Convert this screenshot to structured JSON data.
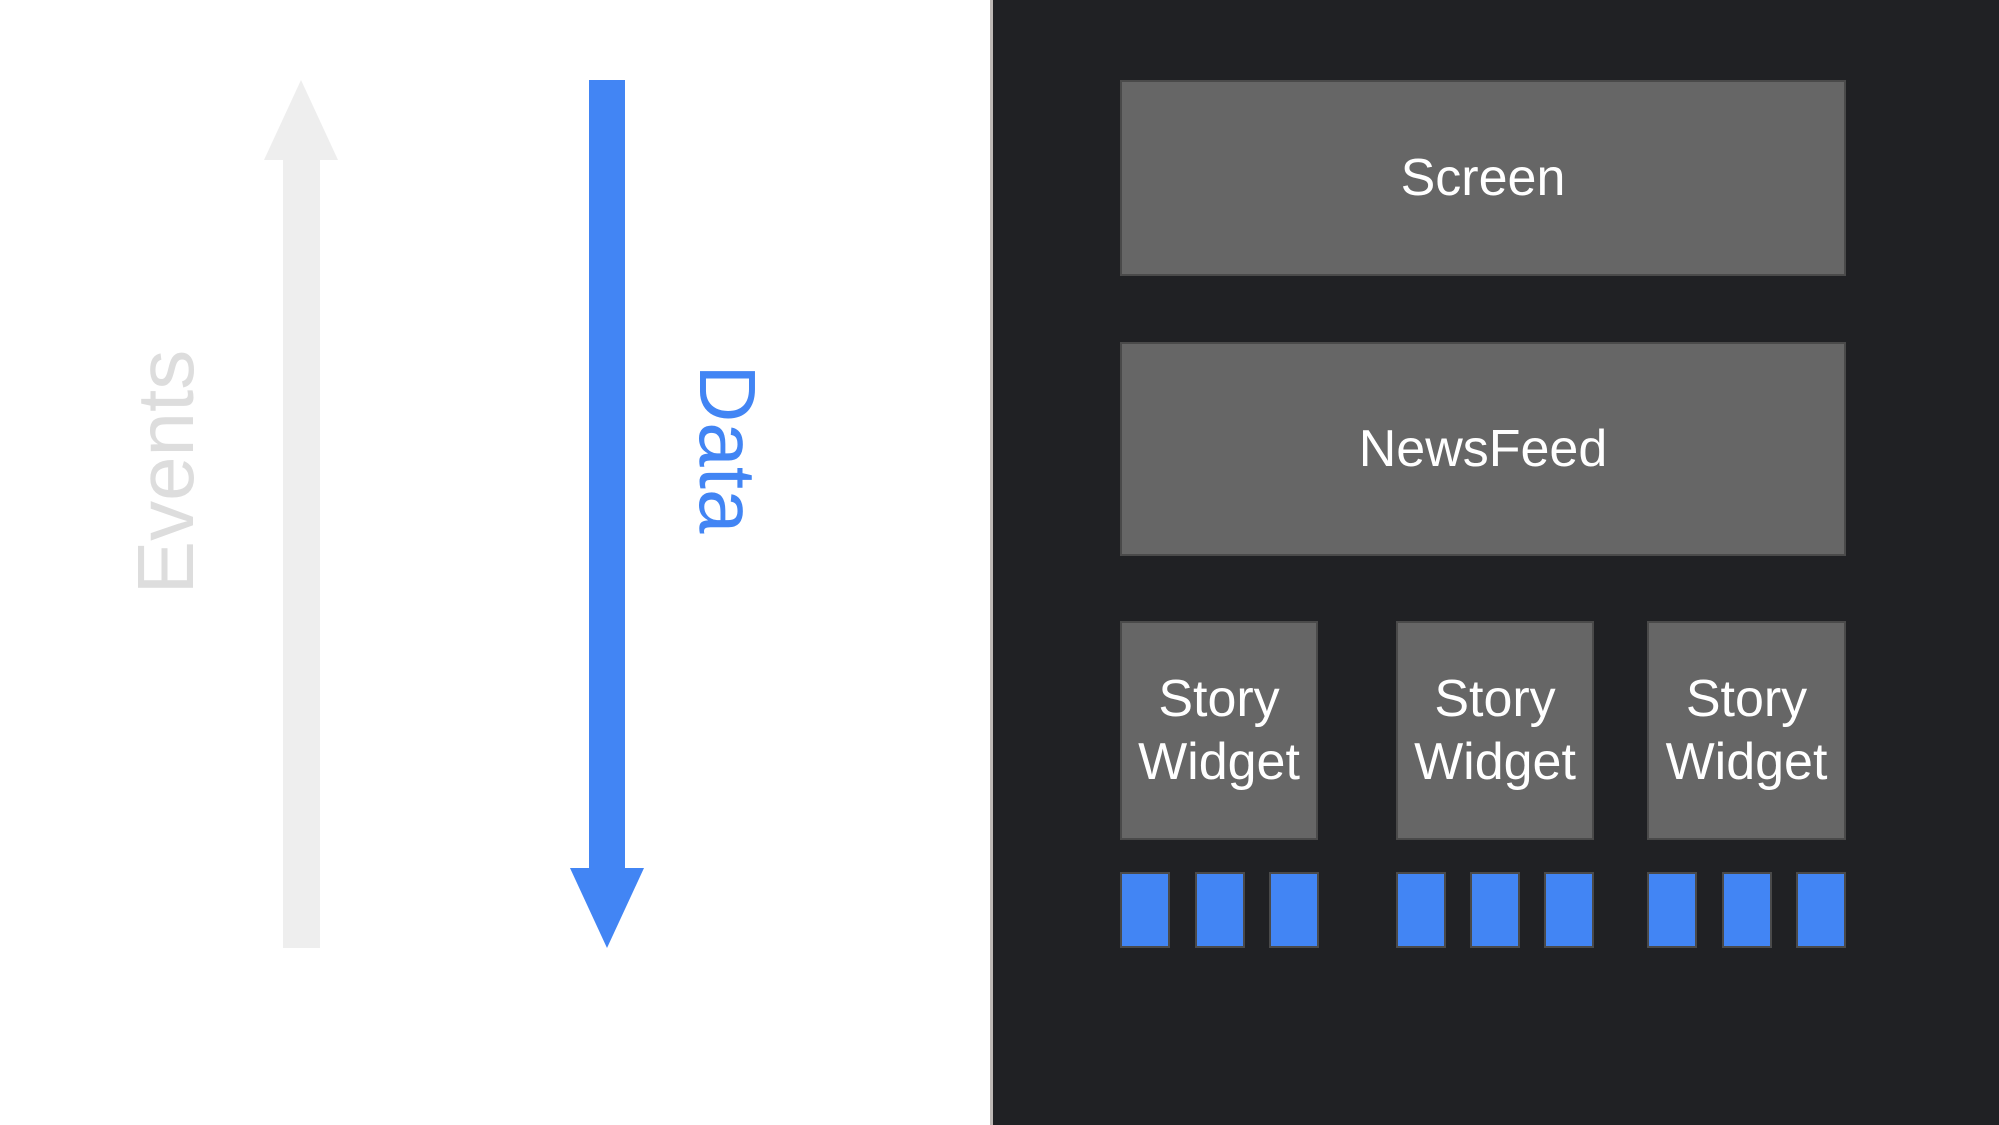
{
  "left": {
    "events_label": "Events",
    "data_label": "Data",
    "events_arrow_direction": "up",
    "data_arrow_direction": "down"
  },
  "panel": {
    "screen": "Screen",
    "newsfeed": "NewsFeed",
    "widgets": [
      {
        "line1": "Story",
        "line2": "Widget"
      },
      {
        "line1": "Story",
        "line2": "Widget"
      },
      {
        "line1": "Story",
        "line2": "Widget"
      }
    ]
  },
  "colors": {
    "accent_blue": "#4285f4",
    "events_gray": "#eeeeee",
    "events_text": "#dddddd",
    "panel_bg": "#202124",
    "box_gray": "#666666"
  }
}
